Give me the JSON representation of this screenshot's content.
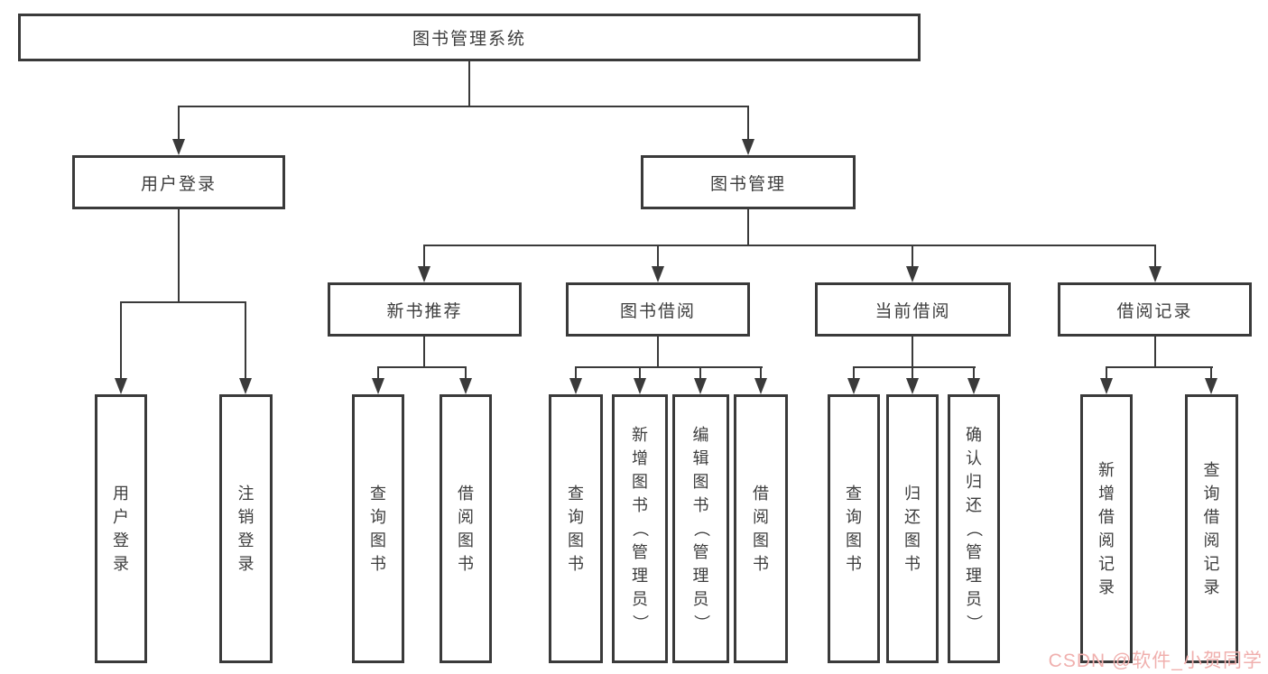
{
  "tree": {
    "label": "图书管理系统",
    "children": [
      {
        "label": "用户登录",
        "children": [
          {
            "label": "用户登录"
          },
          {
            "label": "注销登录"
          }
        ]
      },
      {
        "label": "图书管理",
        "children": [
          {
            "label": "新书推荐",
            "children": [
              {
                "label": "查询图书"
              },
              {
                "label": "借阅图书"
              }
            ]
          },
          {
            "label": "图书借阅",
            "children": [
              {
                "label": "查询图书"
              },
              {
                "label": "新增图书（管理员）"
              },
              {
                "label": "编辑图书（管理员）"
              },
              {
                "label": "借阅图书"
              }
            ]
          },
          {
            "label": "当前借阅",
            "children": [
              {
                "label": "查询图书"
              },
              {
                "label": "归还图书"
              },
              {
                "label": "确认归还（管理员）"
              }
            ]
          },
          {
            "label": "借阅记录",
            "children": [
              {
                "label": "新增借阅记录"
              },
              {
                "label": "查询借阅记录"
              }
            ]
          }
        ]
      }
    ]
  },
  "watermark": {
    "text": "CSDN @软件_小贺同学"
  },
  "colors": {
    "line": "#3a3a3a",
    "text": "#3d3d3d",
    "background": "#ffffff",
    "watermark": "#f0b0ae"
  }
}
